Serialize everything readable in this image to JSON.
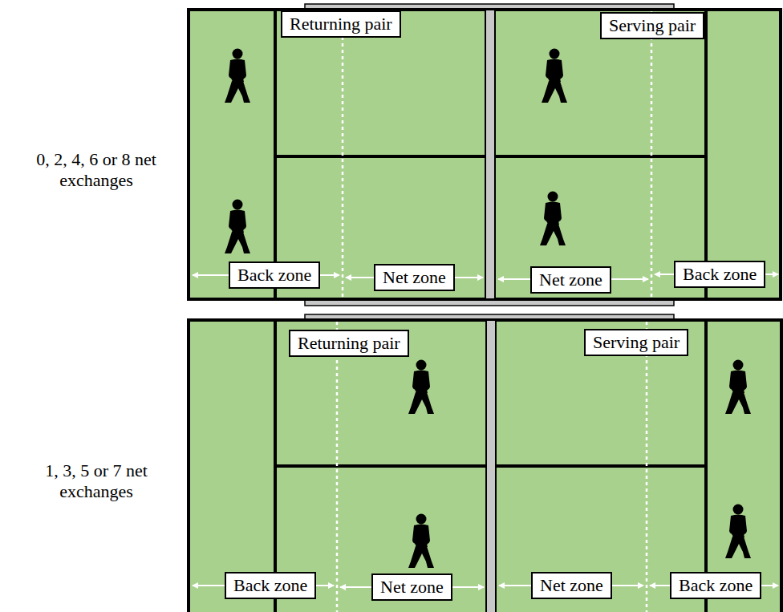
{
  "diagram": {
    "nodes": [
      {
        "text": [
          "Returning pair"
        ]
      },
      {
        "text": [
          "Serving pair"
        ]
      },
      {
        "text": [
          "Back zone"
        ]
      },
      {
        "text": [
          "Net zone"
        ]
      },
      {
        "text": [
          "Net zone"
        ]
      },
      {
        "text": [
          "Back zone"
        ]
      },
      {
        "text": [
          "Returning pair"
        ]
      },
      {
        "text": [
          "Serving pair"
        ]
      },
      {
        "text": [
          "Back zone"
        ]
      },
      {
        "text": [
          "Net zone"
        ]
      },
      {
        "text": [
          "Net zone"
        ]
      },
      {
        "text": [
          "Back zone"
        ]
      }
    ],
    "labels": [
      "0, 2, 4, 6 or 8 net exchanges",
      "1, 3, 5 or 7 net exchanges"
    ]
  }
}
